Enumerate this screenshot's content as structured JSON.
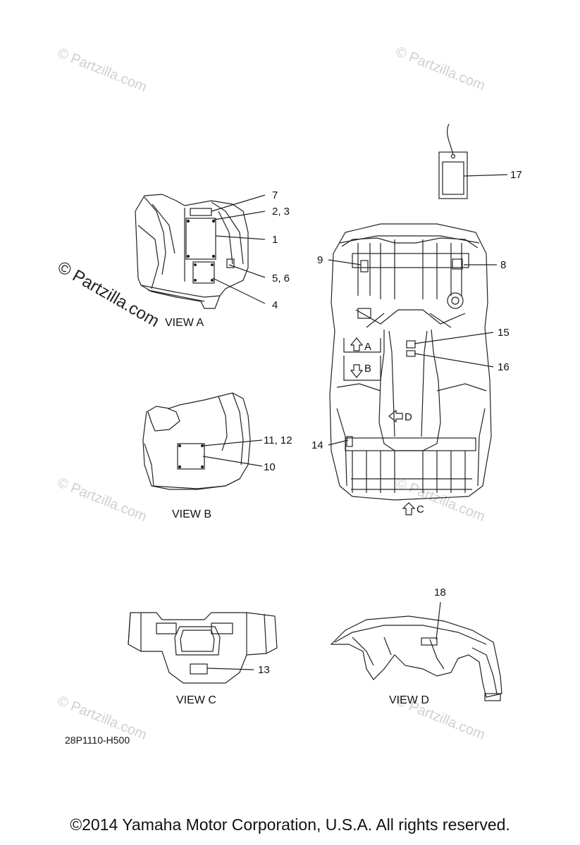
{
  "watermarks": {
    "text": "© Partzilla.com",
    "prominent": "© Partzilla.com"
  },
  "callouts": [
    "7",
    "2, 3",
    "1",
    "5, 6",
    "4",
    "17",
    "9",
    "8",
    "15",
    "16",
    "11, 12",
    "10",
    "14",
    "13",
    "18"
  ],
  "arrows": [
    "A",
    "B",
    "D",
    "C"
  ],
  "views": [
    "VIEW A",
    "VIEW B",
    "VIEW C",
    "VIEW D"
  ],
  "drawing_code": "28P1110-H500",
  "footer": "©2014  Yamaha Motor Corporation, U.S.A. All rights reserved.",
  "colors": {
    "line": "#222222",
    "watermark": "#d0d0d0"
  }
}
